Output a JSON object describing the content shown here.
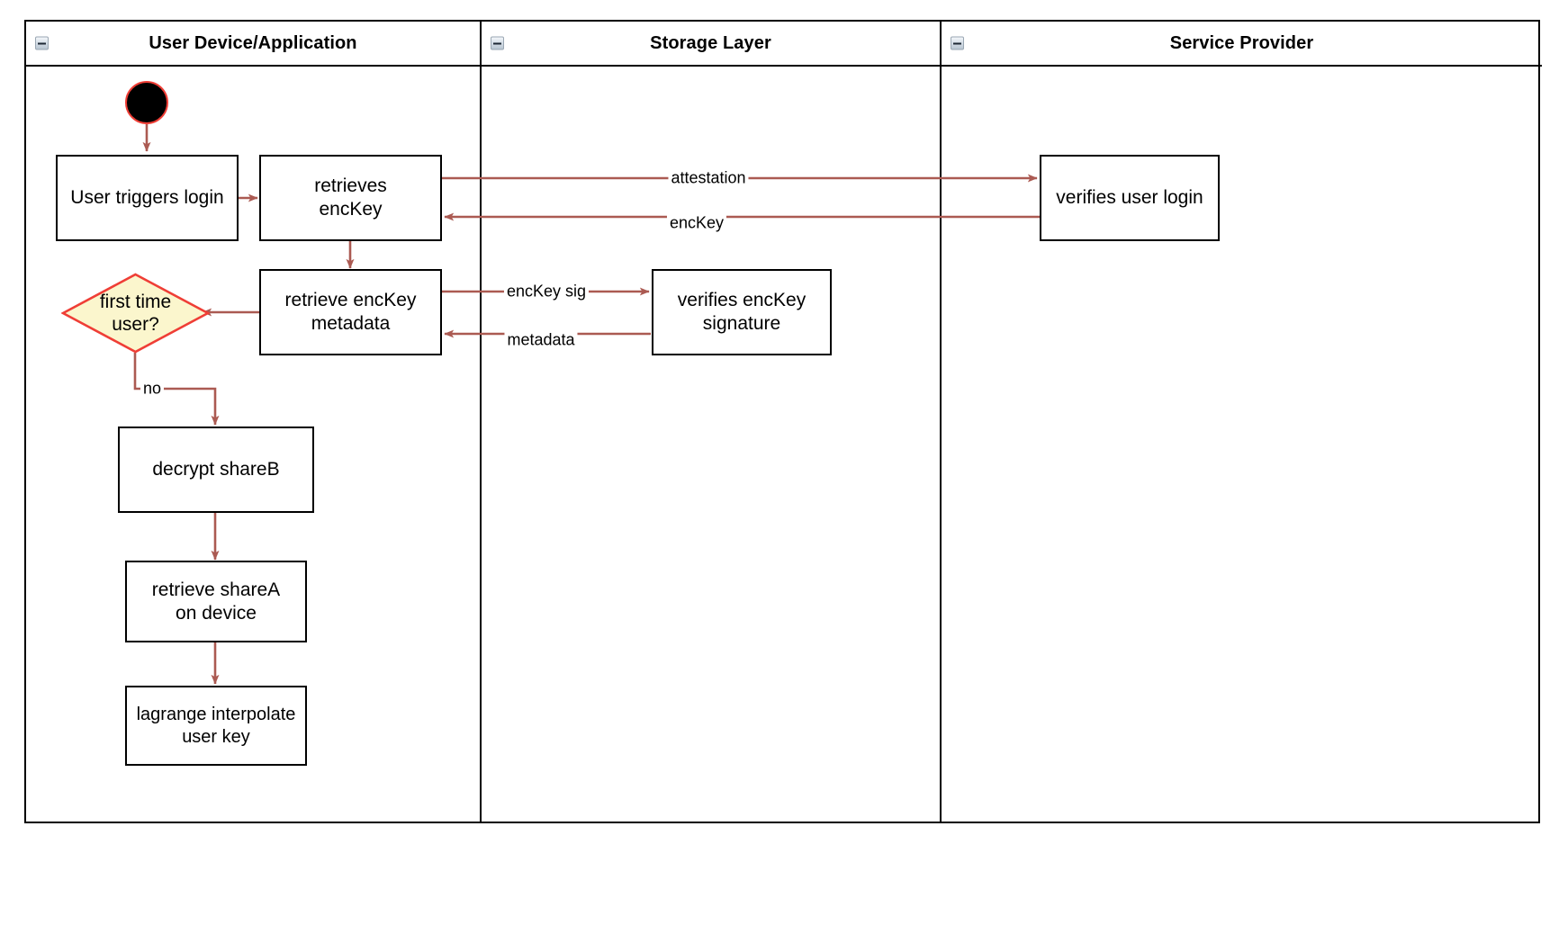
{
  "diagram": {
    "type": "swimlane-activity-diagram",
    "lanes": [
      {
        "id": "user-device",
        "title": "User Device/Application",
        "collapse_icon": "collapse-minus-icon"
      },
      {
        "id": "storage-layer",
        "title": "Storage Layer",
        "collapse_icon": "collapse-minus-icon"
      },
      {
        "id": "service-provider",
        "title": "Service Provider",
        "collapse_icon": "collapse-minus-icon"
      }
    ],
    "nodes": [
      {
        "id": "start",
        "shape": "start-circle",
        "lane": "user-device",
        "label": ""
      },
      {
        "id": "user-triggers-login",
        "shape": "rect",
        "lane": "user-device",
        "label": "User triggers login"
      },
      {
        "id": "retrieves-enckey",
        "shape": "rect",
        "lane": "user-device",
        "label": "retrieves\nencKey"
      },
      {
        "id": "retrieve-enckey-metadata",
        "shape": "rect",
        "lane": "user-device",
        "label": "retrieve encKey\nmetadata"
      },
      {
        "id": "first-time-user",
        "shape": "diamond",
        "lane": "user-device",
        "label": "first time\nuser?"
      },
      {
        "id": "decrypt-shareb",
        "shape": "rect",
        "lane": "user-device",
        "label": "decrypt shareB"
      },
      {
        "id": "retrieve-sharea-on-device",
        "shape": "rect",
        "lane": "user-device",
        "label": "retrieve shareA\non device"
      },
      {
        "id": "lagrange-interpolate-user-key",
        "shape": "rect",
        "lane": "user-device",
        "label": "lagrange interpolate\nuser key"
      },
      {
        "id": "verifies-enckey-signature",
        "shape": "rect",
        "lane": "storage-layer",
        "label": "verifies encKey\nsignature"
      },
      {
        "id": "verifies-user-login",
        "shape": "rect",
        "lane": "service-provider",
        "label": "verifies user login"
      }
    ],
    "edges": [
      {
        "id": "start-to-login",
        "from": "start",
        "to": "user-triggers-login",
        "label": ""
      },
      {
        "id": "login-to-retrieves",
        "from": "user-triggers-login",
        "to": "retrieves-enckey",
        "label": ""
      },
      {
        "id": "retrieves-to-provider",
        "from": "retrieves-enckey",
        "to": "verifies-user-login",
        "label": "attestation"
      },
      {
        "id": "provider-to-retrieves",
        "from": "verifies-user-login",
        "to": "retrieves-enckey",
        "label": "encKey"
      },
      {
        "id": "retrieves-to-metadata",
        "from": "retrieves-enckey",
        "to": "retrieve-enckey-metadata",
        "label": ""
      },
      {
        "id": "metadata-to-storage",
        "from": "retrieve-enckey-metadata",
        "to": "verifies-enckey-signature",
        "label": "encKey sig"
      },
      {
        "id": "storage-to-metadata",
        "from": "verifies-enckey-signature",
        "to": "retrieve-enckey-metadata",
        "label": "metadata"
      },
      {
        "id": "metadata-to-decision",
        "from": "retrieve-enckey-metadata",
        "to": "first-time-user",
        "label": ""
      },
      {
        "id": "decision-to-decrypt",
        "from": "first-time-user",
        "to": "decrypt-shareb",
        "label": "no"
      },
      {
        "id": "decrypt-to-sharea",
        "from": "decrypt-shareb",
        "to": "retrieve-sharea-on-device",
        "label": ""
      },
      {
        "id": "sharea-to-lagrange",
        "from": "retrieve-sharea-on-device",
        "to": "lagrange-interpolate-user-key",
        "label": ""
      }
    ],
    "labels": {
      "attestation": "attestation",
      "enckey": "encKey",
      "enckey_sig": "encKey sig",
      "metadata": "metadata",
      "no": "no"
    },
    "colors": {
      "edge": "#ab5a52",
      "node_border": "#000000",
      "node_fill": "#ffffff",
      "decision_fill": "#fbf6cd",
      "decision_border": "#ef3e36",
      "start_fill": "#000000",
      "start_border": "#ef3e36",
      "lane_border": "#000000",
      "text": "#000000"
    }
  }
}
